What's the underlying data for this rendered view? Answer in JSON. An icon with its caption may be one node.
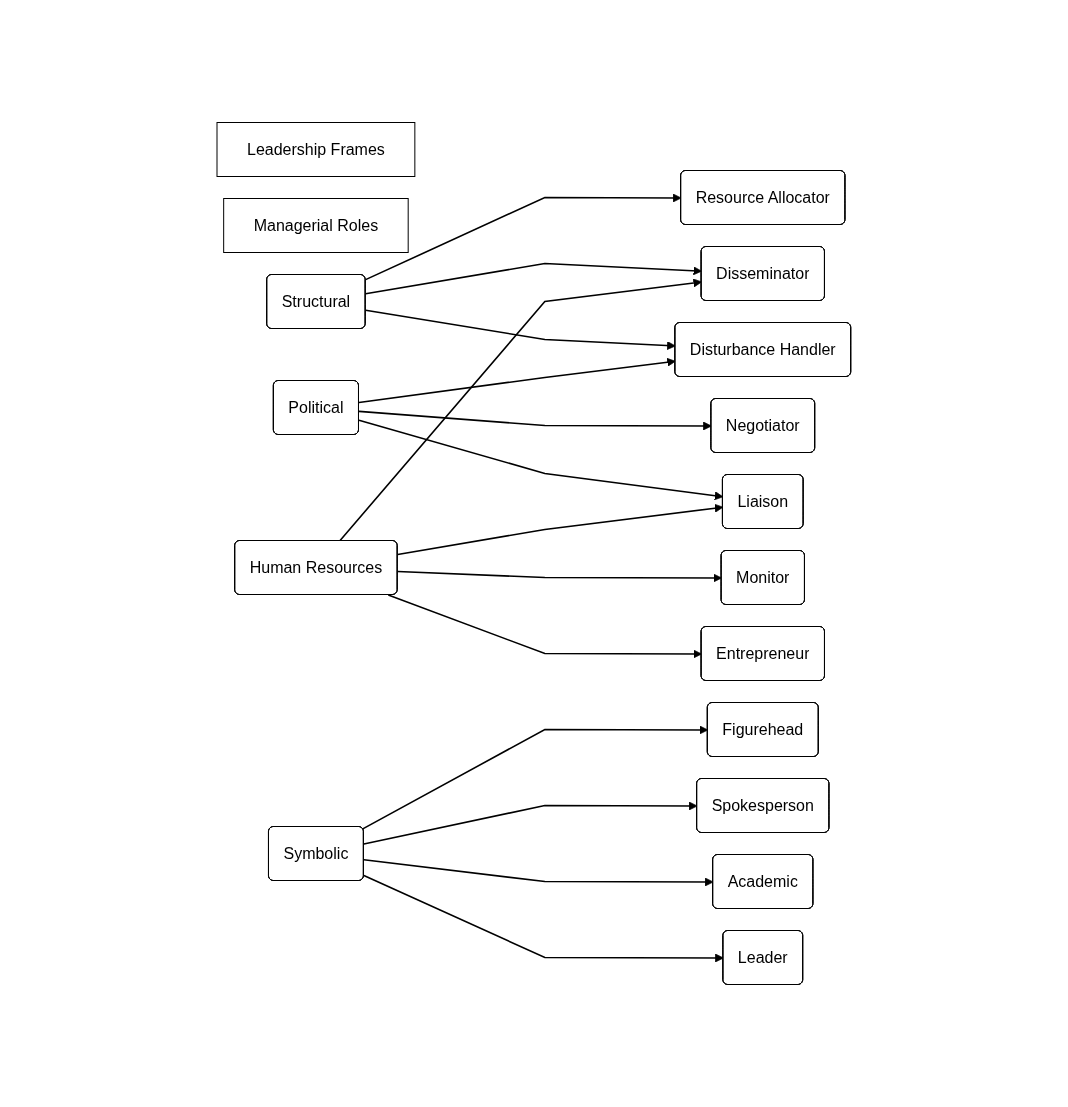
{
  "diagram": {
    "nodes": [
      {
        "text": [
          "Leadership Frames"
        ]
      },
      {
        "text": [
          "Managerial Roles"
        ]
      },
      {
        "text": [
          "Structural"
        ]
      },
      {
        "text": [
          "Political"
        ]
      },
      {
        "text": [
          "Human Resources"
        ]
      },
      {
        "text": [
          "Symbolic"
        ]
      },
      {
        "text": [
          "Resource Allocator"
        ]
      },
      {
        "text": [
          "Disseminator"
        ]
      },
      {
        "text": [
          "Disturbance Handler"
        ]
      },
      {
        "text": [
          "Negotiator"
        ]
      },
      {
        "text": [
          "Liaison"
        ]
      },
      {
        "text": [
          "Monitor"
        ]
      },
      {
        "text": [
          "Entrepreneur"
        ]
      },
      {
        "text": [
          "Figurehead"
        ]
      },
      {
        "text": [
          "Spokesperson"
        ]
      },
      {
        "text": [
          "Academic"
        ]
      },
      {
        "text": [
          "Leader"
        ]
      }
    ],
    "edges": [
      {
        "from": 2,
        "to": 6,
        "arrow": "to"
      },
      {
        "from": 2,
        "to": 7,
        "arrow": "to"
      },
      {
        "from": 2,
        "to": 8,
        "arrow": "to"
      },
      {
        "from": 3,
        "to": 8,
        "arrow": "to"
      },
      {
        "from": 3,
        "to": 9,
        "arrow": "to"
      },
      {
        "from": 3,
        "to": 10,
        "arrow": "to"
      },
      {
        "from": 4,
        "to": 7,
        "arrow": "to"
      },
      {
        "from": 4,
        "to": 10,
        "arrow": "to"
      },
      {
        "from": 4,
        "to": 11,
        "arrow": "to"
      },
      {
        "from": 4,
        "to": 12,
        "arrow": "to"
      },
      {
        "from": 5,
        "to": 13,
        "arrow": "to"
      },
      {
        "from": 5,
        "to": 14,
        "arrow": "to"
      },
      {
        "from": 5,
        "to": 15,
        "arrow": "to"
      },
      {
        "from": 5,
        "to": 16,
        "arrow": "to"
      }
    ]
  }
}
